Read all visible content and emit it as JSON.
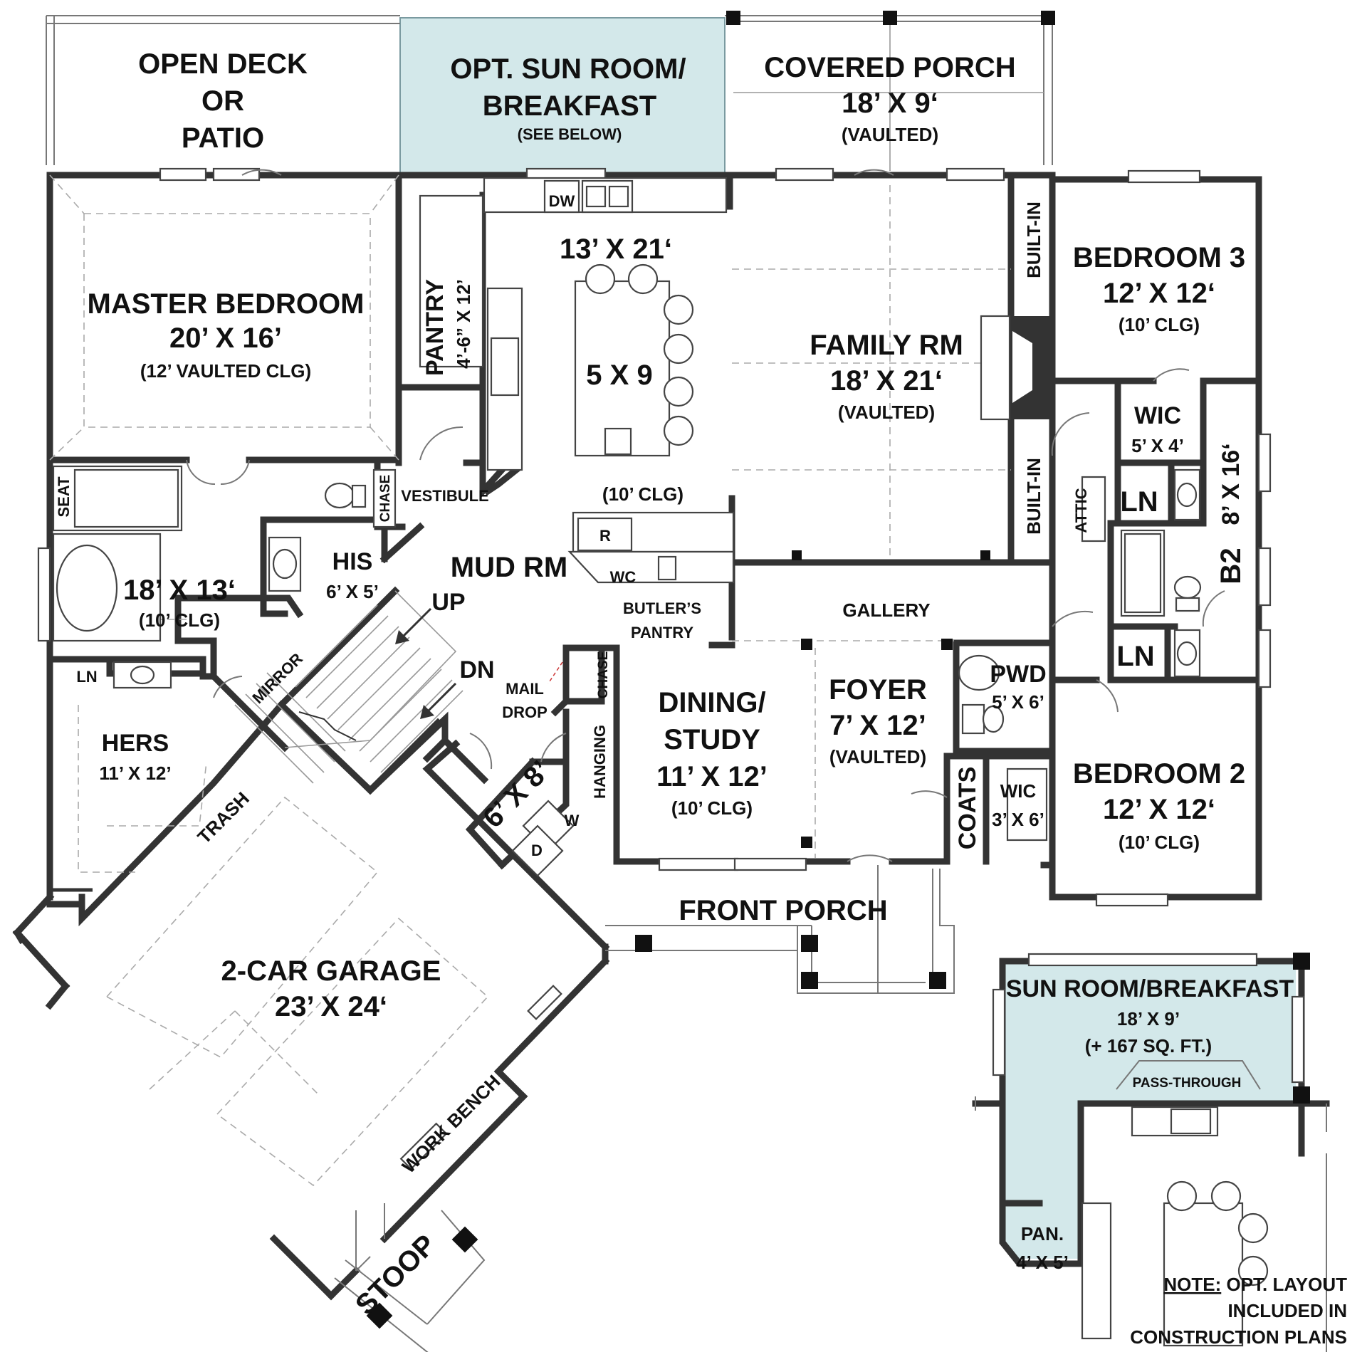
{
  "colors": {
    "sunroom_fill": "#d3e8ea",
    "wall": "#333333",
    "post": "#111111"
  },
  "rooms": {
    "deck": {
      "l1": "OPEN DECK",
      "l2": "OR",
      "l3": "PATIO"
    },
    "opt_sunroom": {
      "l1": "OPT. SUN ROOM/",
      "l2": "BREAKFAST",
      "l3": "(SEE BELOW)"
    },
    "covered_porch": {
      "name": "COVERED PORCH",
      "dim": "18’ X 9‘",
      "note": "(VAULTED)"
    },
    "master_bedroom": {
      "name": "MASTER BEDROOM",
      "dim": "20’ X 16’",
      "note": "(12’ VAULTED CLG)"
    },
    "kitchen": {
      "dim": "13’ X 21‘",
      "island": "5 X 9",
      "clg": "(10’ CLG)",
      "dw": "DW",
      "r": "R",
      "wc": "WC"
    },
    "pantry": {
      "name": "PANTRY",
      "dim": "4’-6” X 12’"
    },
    "family_rm": {
      "name": "FAMILY RM",
      "dim": "18’ X 21‘",
      "note": "(VAULTED)"
    },
    "builtin_top": "BUILT-IN",
    "builtin_bottom": "BUILT-IN",
    "bedroom3": {
      "name": "BEDROOM 3",
      "dim": "12’ X 12‘",
      "note": "(10’ CLG)"
    },
    "wic_b3": {
      "name": "WIC",
      "dim": "5’ X 4’"
    },
    "ln_top": "LN",
    "ln_bottom": "LN",
    "attic": "ATTIC",
    "b2": {
      "name": "B2",
      "dim": "8’ X 16‘"
    },
    "master_bath": {
      "seat": "SEAT",
      "dim": "18’ X 13‘",
      "note": "(10’ CLG)",
      "ln": "LN"
    },
    "chase_top": "CHASE",
    "vestibule": "VESTIBULE",
    "his": {
      "name": "HIS",
      "dim": "6’ X 5’"
    },
    "mud_rm": "MUD RM",
    "up": "UP",
    "dn": "DN",
    "butlers": {
      "l1": "BUTLER’S",
      "l2": "PANTRY"
    },
    "gallery": "GALLERY",
    "mirror": "MIRROR",
    "mail_drop": {
      "l1": "MAIL",
      "l2": "DROP"
    },
    "chase_mid": "CHASE",
    "hers": {
      "name": "HERS",
      "dim": "11’ X 12’"
    },
    "dining": {
      "l1": "DINING/",
      "l2": "STUDY",
      "dim": "11’ X 12’",
      "note": "(10’ CLG)"
    },
    "foyer": {
      "name": "FOYER",
      "dim": "7’ X 12’",
      "note": "(VAULTED)"
    },
    "pwd": {
      "name": "PWD",
      "dim": "5’ X 6’"
    },
    "bedroom2": {
      "name": "BEDROOM 2",
      "dim": "12’ X 12‘",
      "note": "(10’ CLG)"
    },
    "coats": "COATS",
    "wic_b2": {
      "name": "WIC",
      "dim": "3’ X 6’"
    },
    "hanging": "HANGING",
    "laundry": {
      "dim": "6’ X 8’",
      "w": "W",
      "d": "D"
    },
    "trash": "TRASH",
    "front_porch": "FRONT PORCH",
    "garage": {
      "name": "2-CAR GARAGE",
      "dim": "23’ X 24‘"
    },
    "work_bench": "WORK BENCH",
    "stoop": "STOOP"
  },
  "inset": {
    "title": "SUN ROOM/BREAKFAST",
    "dim": "18’ X 9’",
    "sqft": "(+ 167 SQ. FT.)",
    "pass": "PASS-THROUGH",
    "pan": "PAN.",
    "pan_dim": "4’ X 5’"
  },
  "note": {
    "label": "NOTE:",
    "l1": " OPT. LAYOUT",
    "l2": "INCLUDED IN",
    "l3": "CONSTRUCTION PLANS"
  }
}
